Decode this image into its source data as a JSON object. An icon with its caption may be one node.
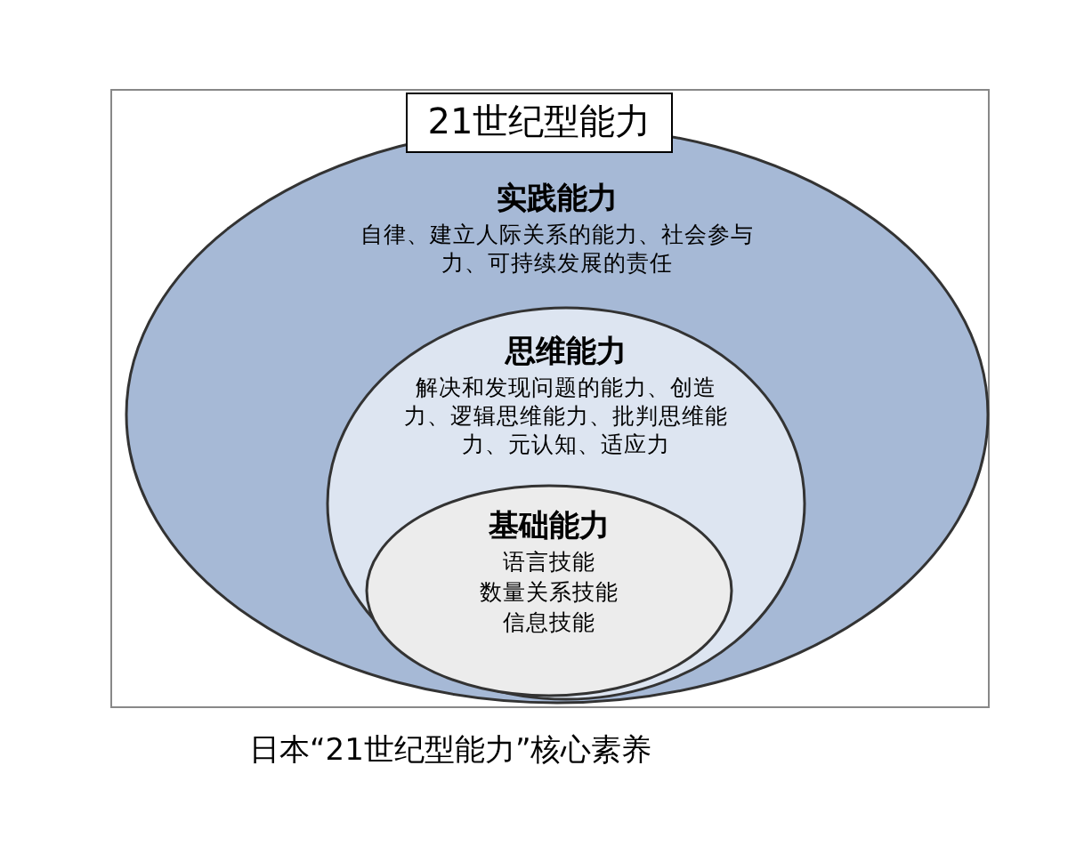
{
  "diagram": {
    "caption": "日本“21世纪型能力”核心素养",
    "nodes": [
      {
        "text": [
          "21世纪型能力"
        ]
      },
      {
        "text": [
          "实践能力",
          "自律、建立人际关系的能力、社会参与力、可持续发展的责任"
        ]
      },
      {
        "text": [
          "思维能力",
          "解决和发现问题的能力、创造力、逻辑思维能力、批判思维能力、元认知、适应力"
        ],
        "in": 1
      },
      {
        "text": [
          "基础能力",
          "语言技能",
          "数量关系技能",
          "信息技能"
        ],
        "in": 2
      }
    ]
  }
}
